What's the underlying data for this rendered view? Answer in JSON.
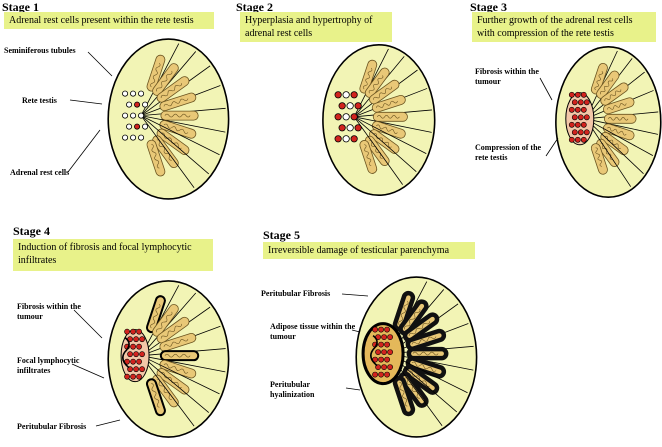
{
  "colors": {
    "parenchyma": "#f2f4b5",
    "tubule": "#e9c877",
    "tubule_outline": "#6b5420",
    "adrenal_rest": "#d2231e",
    "fibrosis_dark": "#111111",
    "adipose": "#e4b85a",
    "caption_bg": "#e8f28a"
  },
  "stages": [
    {
      "title": "Stage 1",
      "caption": "Adrenal rest cells present within the rete testis",
      "labels": [
        "Seminiferous tubules",
        "Rete testis",
        "Adrenal rest cells"
      ]
    },
    {
      "title": "Stage 2",
      "caption": "Hyperplasia and hypertrophy of adrenal rest cells",
      "labels": []
    },
    {
      "title": "Stage 3",
      "caption": "Further growth of the adrenal rest cells with compression of the rete testis",
      "labels": [
        "Fibrosis within the tumour",
        "Compression of the rete testis"
      ]
    },
    {
      "title": "Stage 4",
      "caption": "Induction of fibrosis and focal lymphocytic infiltrates",
      "labels": [
        "Fibrosis within the tumour",
        "Focal lymphocytic infiltrates",
        "Peritubular Fibrosis"
      ]
    },
    {
      "title": "Stage 5",
      "caption": "Irreversible damage of testicular parenchyma",
      "labels": [
        "Peritubular Fibrosis",
        "Adipose tissue within the tumour",
        "Peritubular hyalinization"
      ]
    }
  ]
}
